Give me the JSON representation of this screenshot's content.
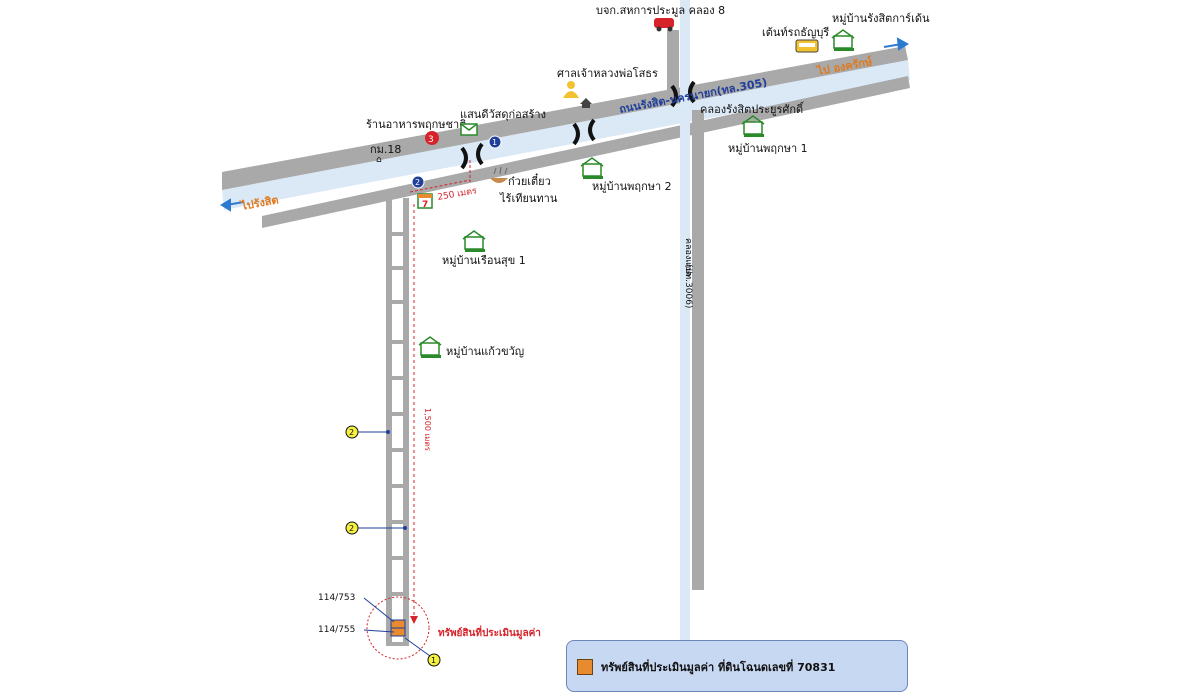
{
  "roads": {
    "main_name": "ถนนรังสิต-นครนายก(ทล.305)",
    "canal_road": "คลองรังสิตประยูรศักดิ์",
    "side_road": "คลองแปด",
    "side_code": "(ปท.3006)",
    "km": "กม.18"
  },
  "directions": {
    "left": "ไปรังสิต",
    "right": "ไป องครักษ์"
  },
  "places": {
    "factory": "บจก.สหการประมูล คลอง 8",
    "shrine": "ศาลเจ้าหลวงพ่อโสธร",
    "tent": "เต้นท์รถธัญบุรี",
    "village_garden": "หมู่บ้านรังสิตการ์เด้น",
    "restaurant": "ร้านอาหารพฤกษชาติ",
    "construction": "แสนดีวัสดุก่อสร้าง",
    "noodle1": "ก๋วยเตี๋ยว",
    "noodle2": "ไร้เทียนทาน",
    "village_pruksa1": "หมู่บ้านพฤกษา 1",
    "village_pruksa2": "หมู่บ้านพฤกษา 2",
    "village_ruensuk": "หมู่บ้านเรือนสุข 1",
    "village_kaew": "หมู่บ้านแก้วขวัญ"
  },
  "distances": {
    "d250": "250 เมตร",
    "d1500": "1,500 เมตร"
  },
  "markers": {
    "m1": "1",
    "m2": "2",
    "m3": "3",
    "seven": "7"
  },
  "plots": {
    "a": "114/753",
    "b": "114/755"
  },
  "subject": "ทรัพย์สินที่ประเมินมูลค่า",
  "legend": "ทรัพย์สินที่ประเมินมูลค่า ที่ดินโฉนดเลขที่ 70831",
  "colors": {
    "road": "#a9a9a9",
    "canal": "#dbe9f7",
    "red": "#d6232a",
    "orange": "#e88a2e"
  }
}
